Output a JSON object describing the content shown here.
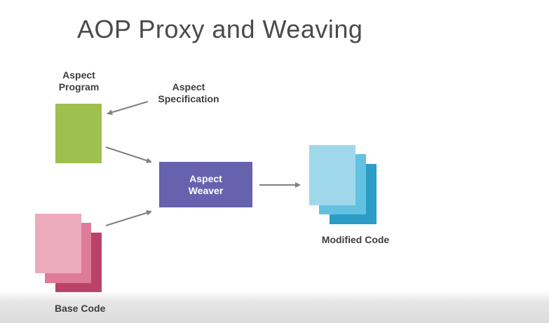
{
  "title": "AOP Proxy and Weaving",
  "aspect_program": {
    "line1": "Aspect",
    "line2": "Program"
  },
  "aspect_specification": {
    "line1": "Aspect",
    "line2": "Specification"
  },
  "aspect_weaver": {
    "line1": "Aspect",
    "line2": "Weaver"
  },
  "modified_code": {
    "label": "Modified Code"
  },
  "base_code": {
    "label": "Base Code"
  },
  "colors": {
    "aspect_program": "#9dc04e",
    "weaver": "#6762ae",
    "base_code_front": "#ecaabd",
    "base_code_middle": "#de7b98",
    "base_code_back": "#b94268",
    "modified_front": "#a0d8eb",
    "modified_middle": "#62c1e0",
    "modified_back": "#2a9cc6",
    "arrow": "#808080"
  }
}
